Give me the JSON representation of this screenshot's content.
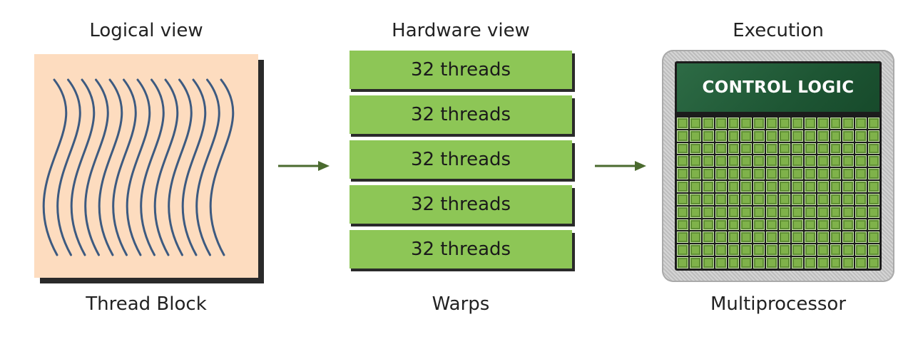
{
  "logical": {
    "title": "Logical view",
    "caption": "Thread Block"
  },
  "hardware": {
    "title": "Hardware view",
    "caption": "Warps",
    "warps": [
      "32 threads",
      "32 threads",
      "32 threads",
      "32 threads",
      "32 threads"
    ]
  },
  "execution": {
    "title": "Execution",
    "caption": "Multiprocessor",
    "control_label": "CONTROL LOGIC",
    "core_grid": {
      "columns": 16,
      "rows": 12
    }
  },
  "colors": {
    "thread_block_bg": "#fddcbf",
    "thread_line": "#3d5a80",
    "warp_fill": "#8dc656",
    "arrow": "#4a6a2e",
    "control_logic": "#1e5634",
    "core": "#7fb24a"
  }
}
